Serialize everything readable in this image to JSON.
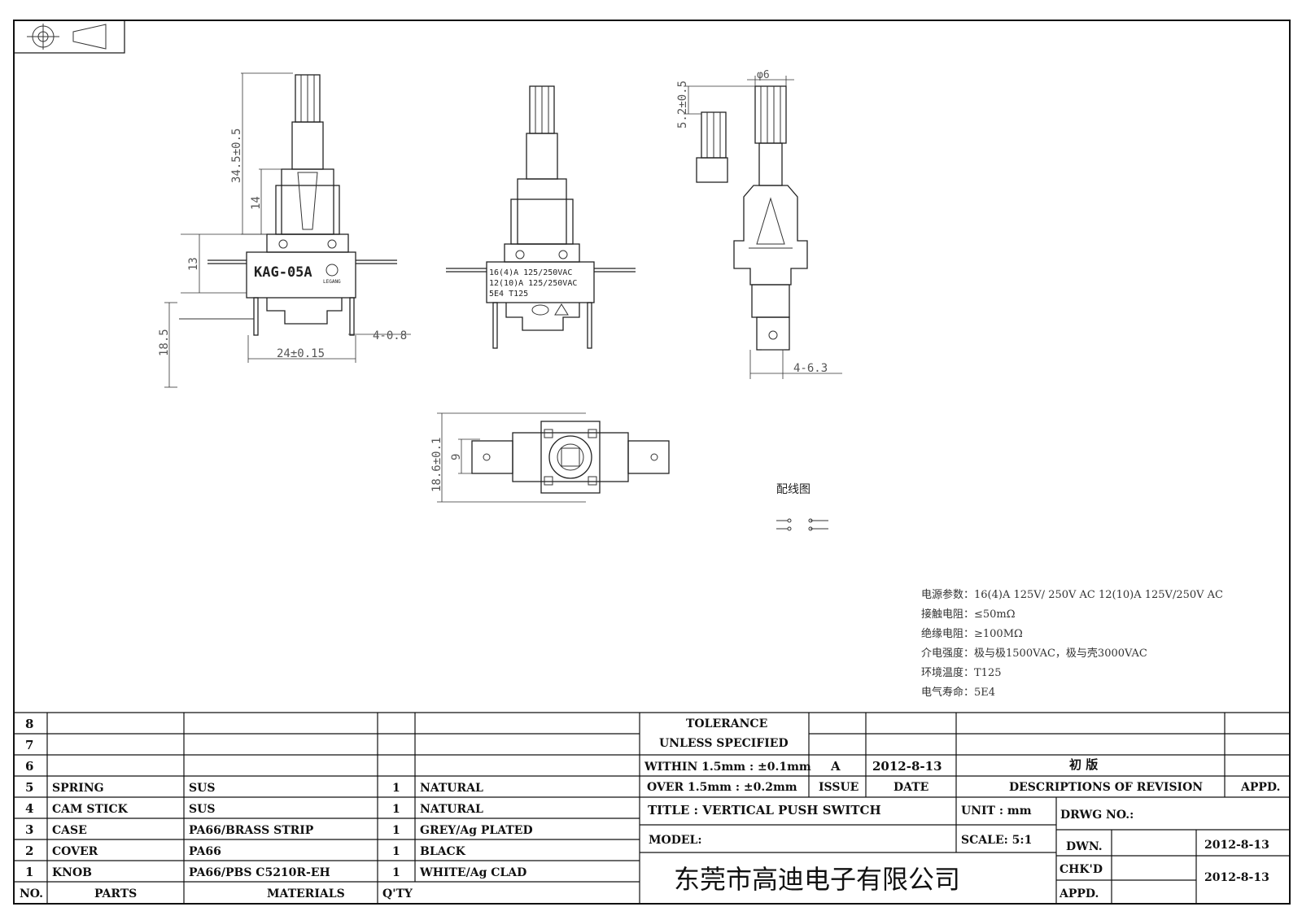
{
  "dimensions": {
    "front_height": "34.5±0.5",
    "front_stem": "14",
    "front_body": "13",
    "front_terminal": "18.5",
    "front_width": "24±0.15",
    "front_pin": "4-0.8",
    "side_dia": "φ6",
    "side_travel": "5.2±0.5",
    "side_terminal": "4-6.3",
    "top_width": "18.6±0.1",
    "top_inner": "9"
  },
  "markings": {
    "model": "KAG-05A",
    "brand": "LEGANG",
    "rating1": "16(4)A 125/250VAC",
    "rating2": "12(10)A 125/250VAC",
    "rating3": "5E4  T125",
    "wiring": "配线图"
  },
  "specs": [
    "电源参数：16(4)A 125V/ 250V AC   12(10)A 125V/250V AC",
    "接触电阻：≤50mΩ",
    "绝缘电阻：≥100MΩ",
    "介电强度：极与极1500VAC，极与壳3000VAC",
    "环境温度：T125",
    "电气寿命：5E4"
  ],
  "parts_table": {
    "headers": [
      "NO.",
      "PARTS",
      "MATERIALS",
      "Q'TY"
    ],
    "rows": [
      {
        "no": "8",
        "part": "",
        "material": "",
        "qty": "",
        "finish": ""
      },
      {
        "no": "7",
        "part": "",
        "material": "",
        "qty": "",
        "finish": ""
      },
      {
        "no": "6",
        "part": "",
        "material": "",
        "qty": "",
        "finish": ""
      },
      {
        "no": "5",
        "part": "SPRING",
        "material": "SUS",
        "qty": "1",
        "finish": "NATURAL"
      },
      {
        "no": "4",
        "part": "CAM STICK",
        "material": "SUS",
        "qty": "1",
        "finish": "NATURAL"
      },
      {
        "no": "3",
        "part": "CASE",
        "material": "PA66/BRASS STRIP",
        "qty": "1",
        "finish": "GREY/Ag PLATED"
      },
      {
        "no": "2",
        "part": "COVER",
        "material": "PA66",
        "qty": "1",
        "finish": "BLACK"
      },
      {
        "no": "1",
        "part": "KNOB",
        "material": "PA66/PBS C5210R-EH",
        "qty": "1",
        "finish": "WHITE/Ag CLAD"
      }
    ]
  },
  "title_block": {
    "tolerance1": "TOLERANCE",
    "tolerance2": "UNLESS  SPECIFIED",
    "within": "WITHIN 1.5mm : ±0.1mm",
    "over": "OVER 1.5mm : ±0.2mm",
    "issue_value": "A",
    "issue_date": "2012-8-13",
    "issue_desc": "初  版",
    "issue_label": "ISSUE",
    "date_label": "DATE",
    "desc_label": "DESCRIPTIONS OF REVISION",
    "appd_label": "APPD.",
    "title": "TITLE :  VERTICAL PUSH SWITCH",
    "unit": "UNIT :  mm",
    "drwg_no": "DRWG NO.:",
    "model": "MODEL:",
    "scale": "SCALE:  5:1",
    "dwn": "DWN.",
    "dwn_date": "2012-8-13",
    "chkd": "CHK'D",
    "chkd_date": "2012-8-13",
    "appd": "APPD.",
    "company": "东莞市高迪电子有限公司"
  },
  "colors": {
    "line": "#222222",
    "dimension": "#555555",
    "background": "#ffffff"
  }
}
